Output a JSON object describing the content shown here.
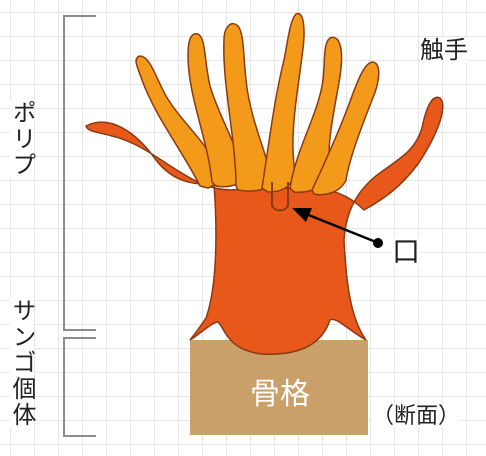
{
  "labels": {
    "tentacle": "触手",
    "mouth": "口",
    "skeleton": "骨格",
    "section": "（断面）",
    "polyp": "ポリプ",
    "colony": "サンゴ個体"
  },
  "colors": {
    "body": "#e8581b",
    "tentacle_inner": "#f39a1a",
    "outline": "#8a3a12",
    "skeleton": "#c9a06a",
    "bracket": "#8c8c8c",
    "grid": "#e6e6e6"
  }
}
